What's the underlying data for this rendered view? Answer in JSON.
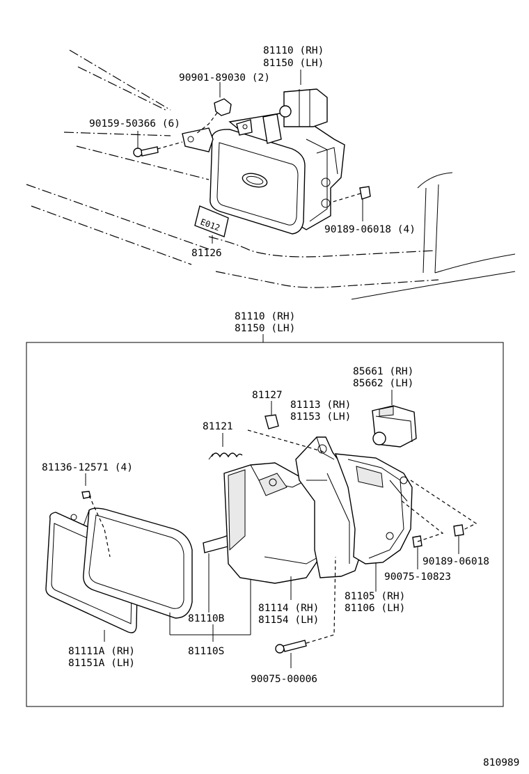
{
  "labels": {
    "top_assembly_rh": "81110 (RH)",
    "top_assembly_lh": "81150 (LH)",
    "top_clip": "90901-89030 (2)",
    "top_screw": "90159-50366 (6)",
    "top_nut": "90189-06018 (4)",
    "top_label_plate": "81126",
    "box_assembly_rh": "81110 (RH)",
    "box_assembly_lh": "81150 (LH)",
    "actuator_rh": "85661 (RH)",
    "actuator_lh": "85662 (LH)",
    "clip_81127": "81127",
    "bracket_rh": "81113 (RH)",
    "bracket_lh": "81153 (LH)",
    "spring": "81121",
    "screw_81136": "81136-12571 (4)",
    "nut_right": "90189-06018",
    "screw_90075_10823": "90075-10823",
    "housing_rh": "81105 (RH)",
    "housing_lh": "81106 (LH)",
    "reflector_rh": "81114 (RH)",
    "reflector_lh": "81154 (LH)",
    "bulb": "81110B",
    "subassembly": "81110S",
    "rim_rh": "81111A (RH)",
    "rim_lh": "81151A (LH)",
    "adjust_screw": "90075-00006",
    "plate_marking": "E012",
    "figure_number": "810989"
  }
}
